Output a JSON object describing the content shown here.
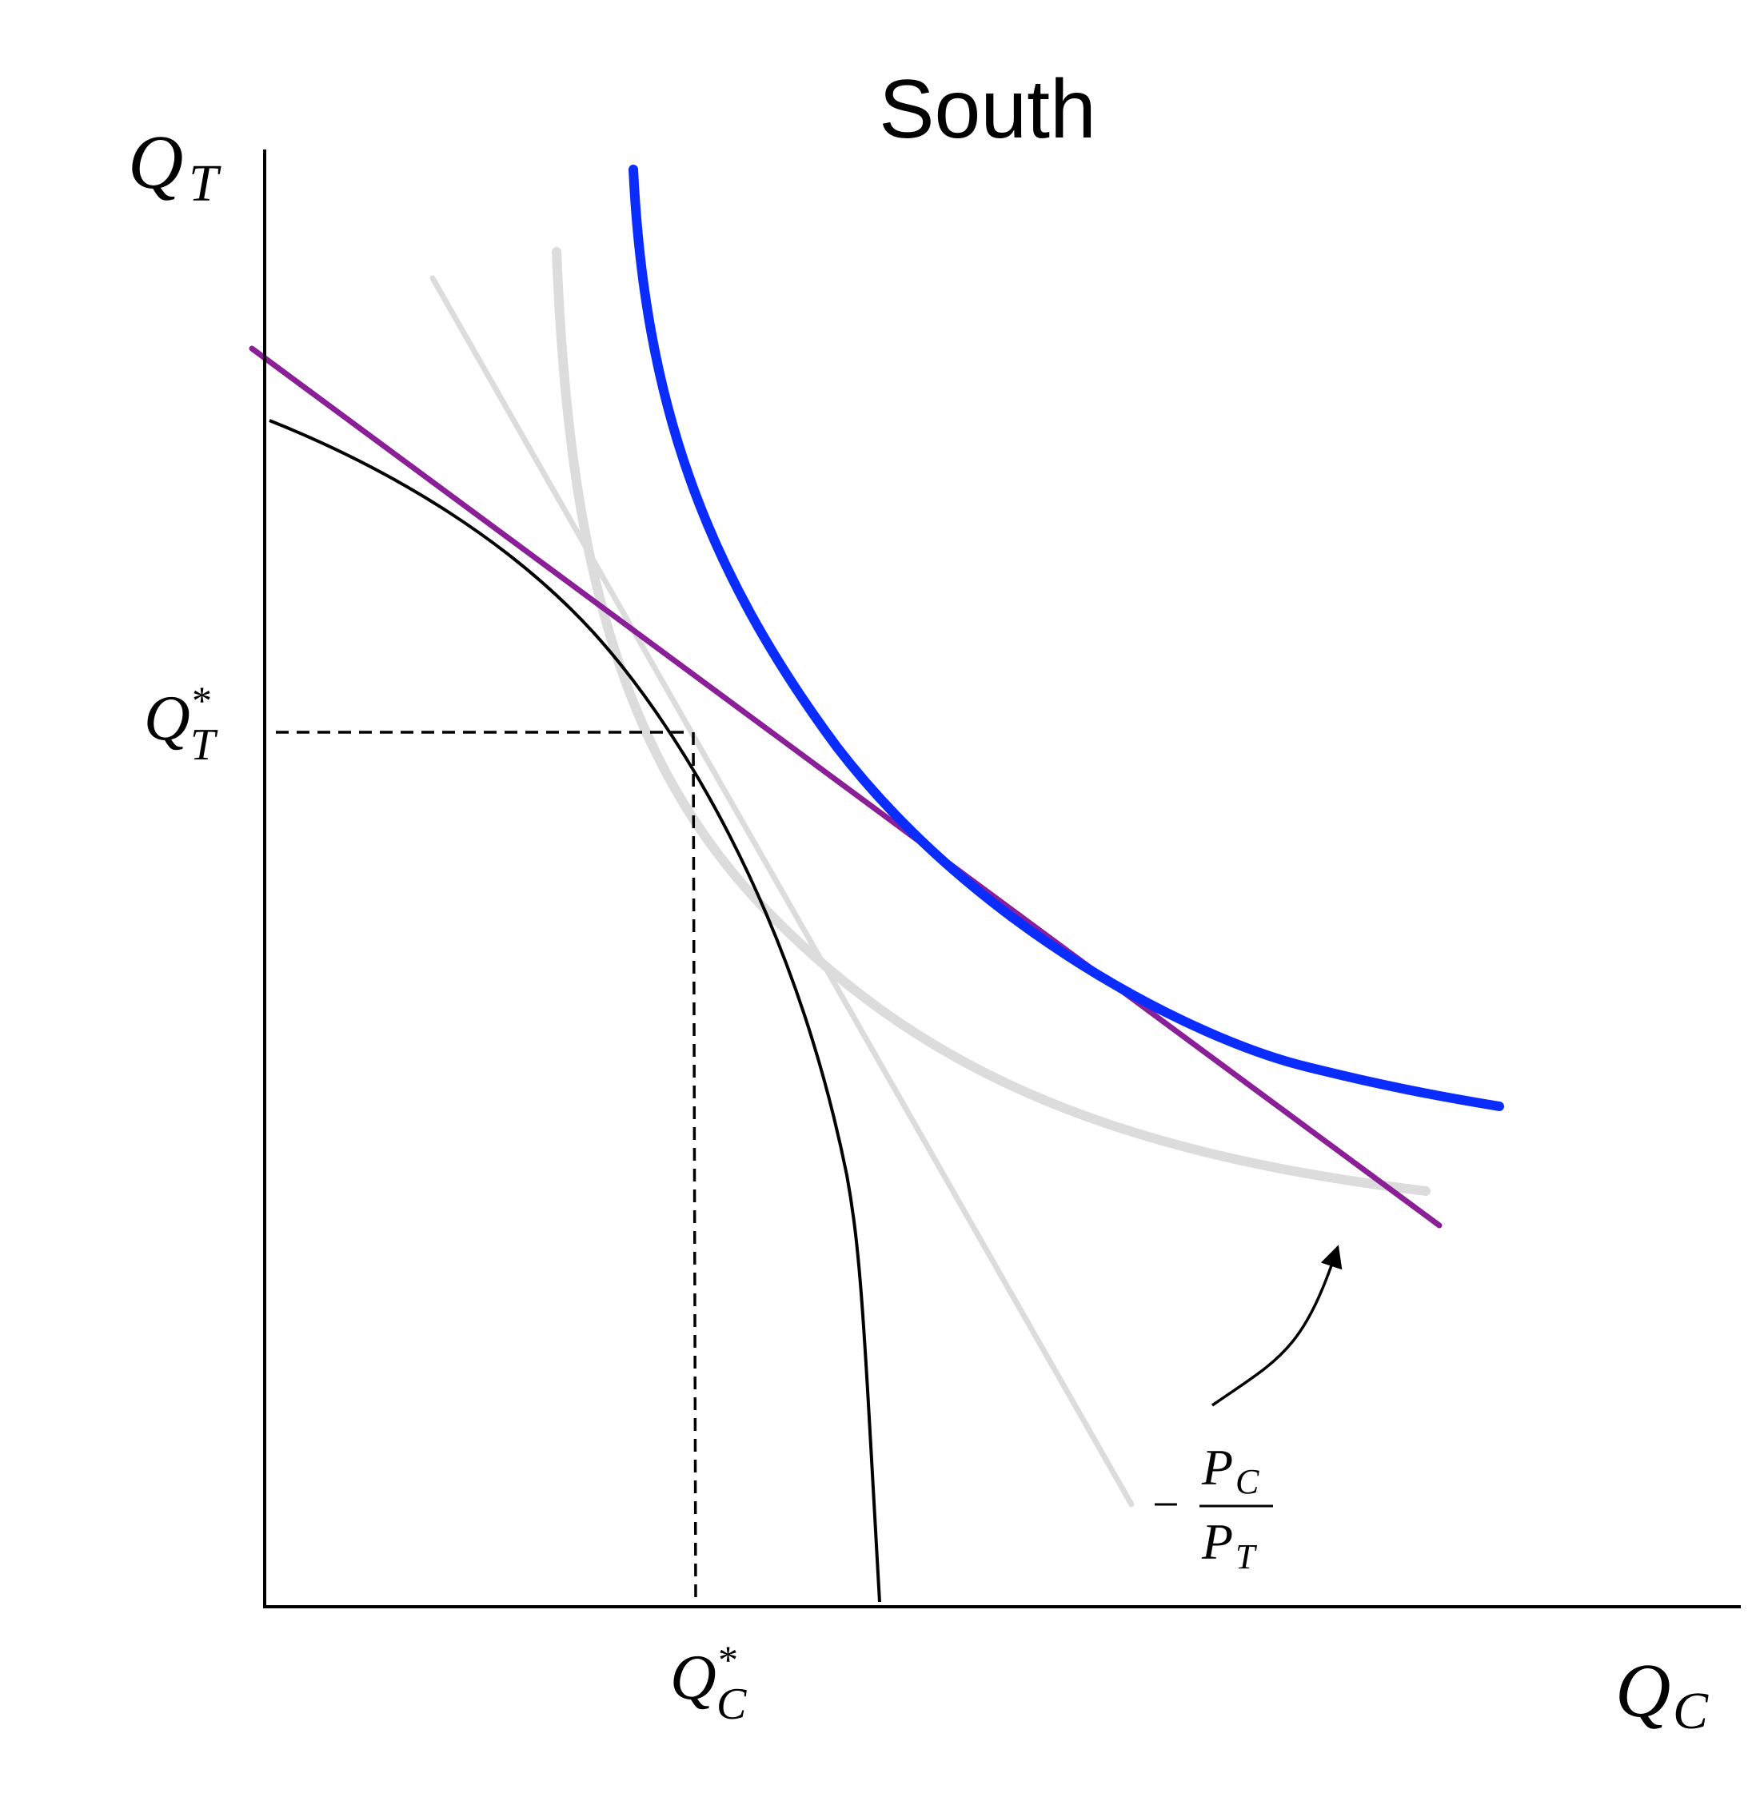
{
  "title": "South",
  "axes": {
    "y_label": {
      "main": "Q",
      "sub": "T"
    },
    "x_label": {
      "main": "Q",
      "sub": "C"
    }
  },
  "equilibrium": {
    "qt_star": {
      "main": "Q",
      "sup": "*",
      "sub": "T"
    },
    "qc_star": {
      "main": "Q",
      "sup": "*",
      "sub": "C"
    }
  },
  "price_ratio": {
    "sign": "−",
    "numerator": {
      "main": "P",
      "sub": "C"
    },
    "denominator": {
      "main": "P",
      "sub": "T"
    }
  },
  "colors": {
    "axes": "#000000",
    "ppf": "#000000",
    "indifference_high": "#0a2cff",
    "indifference_faded": "#dcdcdc",
    "price_line": "#8a1f97",
    "old_price_line": "#dcdcdc",
    "dashed": "#000000"
  },
  "diagram": {
    "curves": [
      {
        "name": "production-possibility-frontier",
        "color_key": "ppf"
      },
      {
        "name": "indifference-curve-high",
        "color_key": "indifference_high"
      },
      {
        "name": "indifference-curve-faded",
        "color_key": "indifference_faded"
      },
      {
        "name": "relative-price-line",
        "color_key": "price_line"
      },
      {
        "name": "old-relative-price-line",
        "color_key": "old_price_line"
      }
    ]
  }
}
